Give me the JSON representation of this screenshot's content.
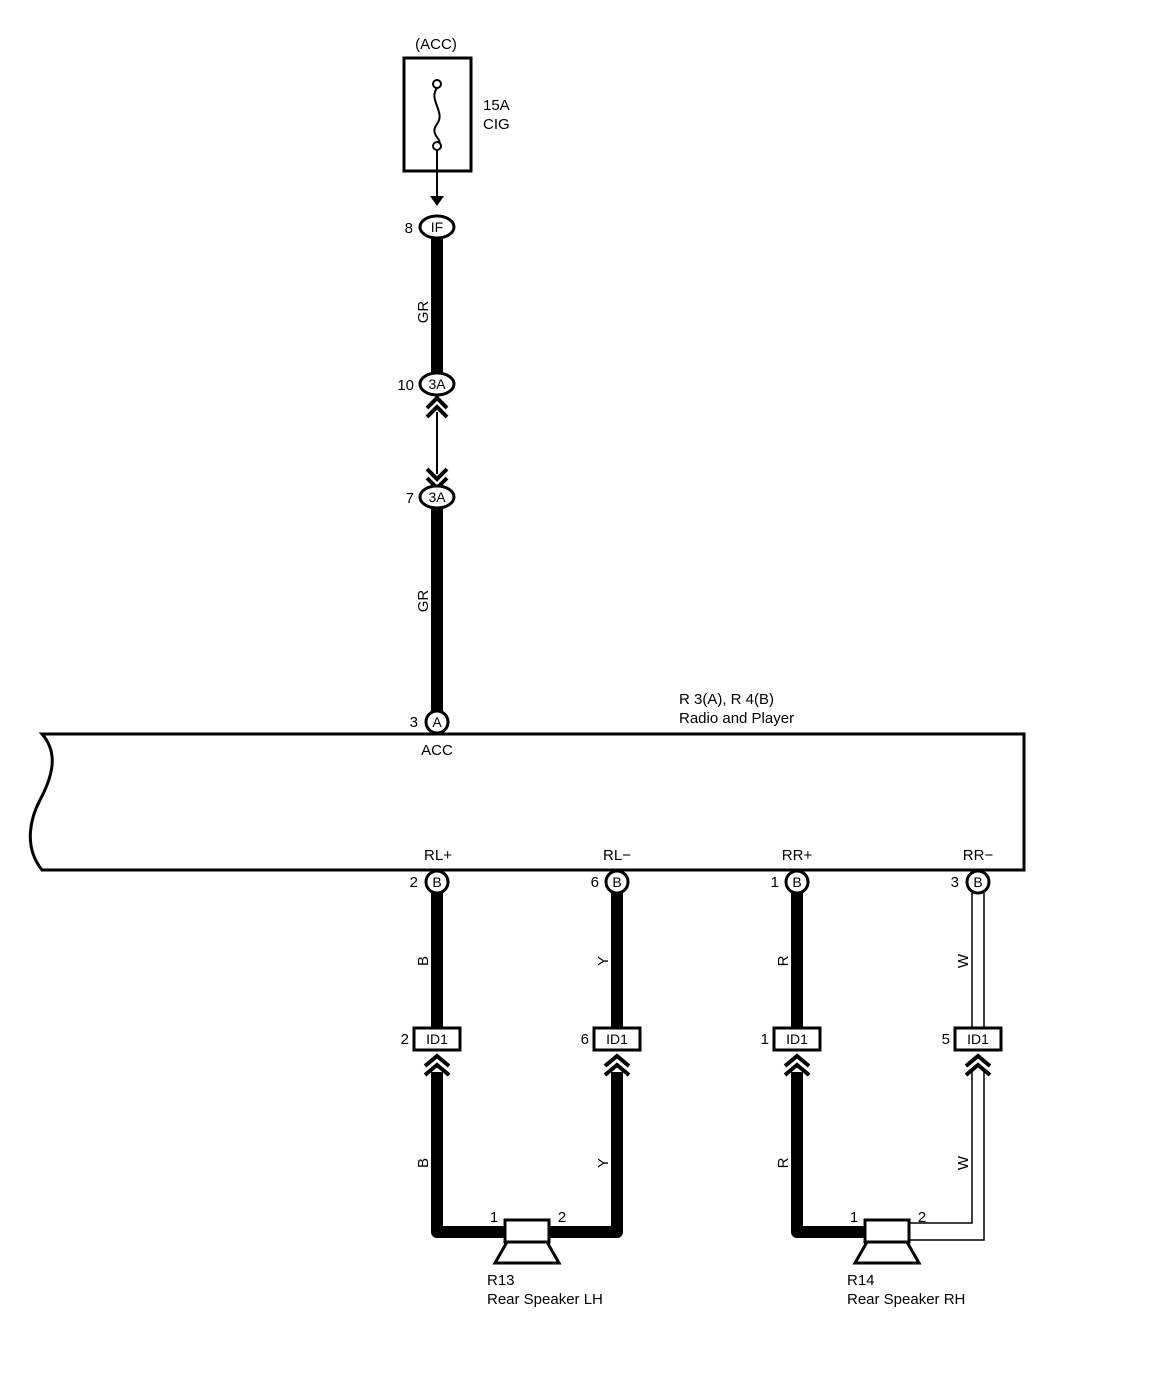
{
  "fuse": {
    "power_source": "(ACC)",
    "rating": "15A",
    "name": "CIG"
  },
  "connectors": {
    "if_code": "IF",
    "if_pin": "8",
    "j3a_code": "3A",
    "j3a_upper_pin": "10",
    "j3a_lower_pin": "7",
    "id1_code": "ID1"
  },
  "wire_colors": {
    "acc_upper": "GR",
    "acc_lower": "GR",
    "rl_plus": "B",
    "rl_minus": "Y",
    "rr_plus": "R",
    "rr_minus": "W"
  },
  "radio": {
    "label_line1": "R 3(A), R 4(B)",
    "label_line2": "Radio and Player",
    "acc_pin": "3",
    "acc_conn": "A",
    "acc_terminal": "ACC",
    "terminals": [
      {
        "name": "RL+",
        "pin": "2",
        "conn": "B",
        "id1_pin": "2"
      },
      {
        "name": "RL−",
        "pin": "6",
        "conn": "B",
        "id1_pin": "6"
      },
      {
        "name": "RR+",
        "pin": "1",
        "conn": "B",
        "id1_pin": "1"
      },
      {
        "name": "RR−",
        "pin": "3",
        "conn": "B",
        "id1_pin": "5"
      }
    ]
  },
  "speakers": [
    {
      "code": "R13",
      "name": "Rear Speaker LH",
      "pin1": "1",
      "pin2": "2"
    },
    {
      "code": "R14",
      "name": "Rear Speaker RH",
      "pin1": "1",
      "pin2": "2"
    }
  ]
}
